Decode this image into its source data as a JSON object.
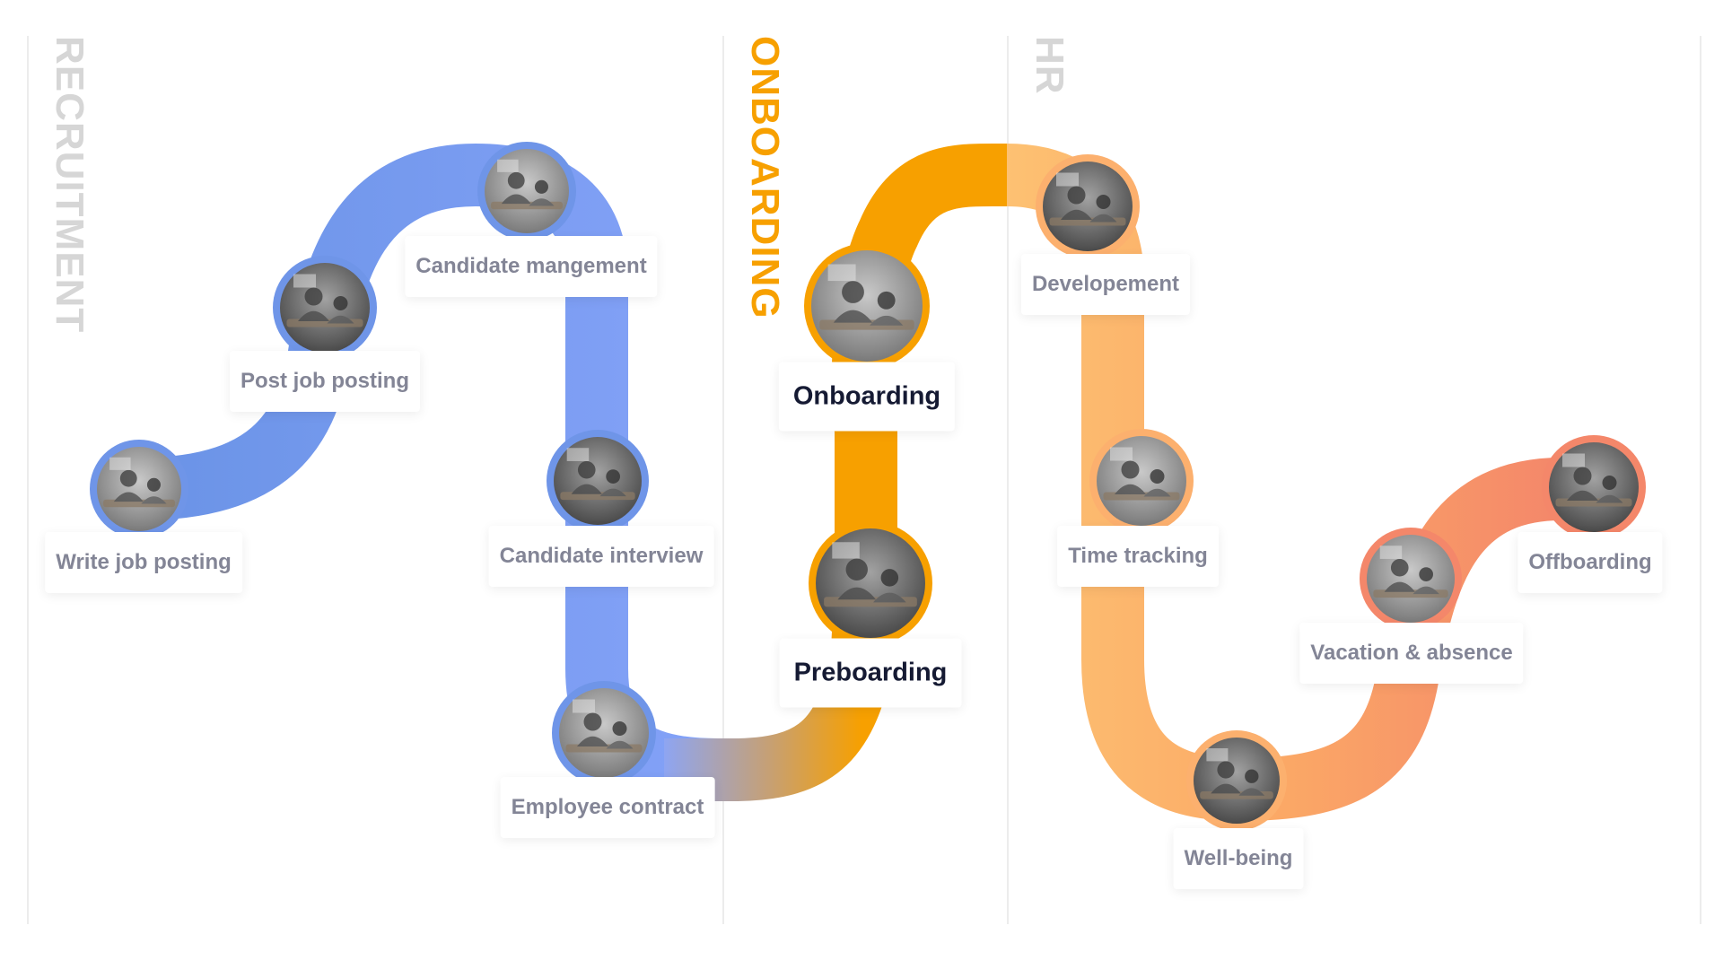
{
  "sections": [
    {
      "id": "recruitment",
      "title": "RECRUITMENT",
      "color": "#d6d6d6"
    },
    {
      "id": "onboarding",
      "title": "ONBOARDING",
      "color": "#f7a000"
    },
    {
      "id": "hr",
      "title": "HR",
      "color": "#d6d6d6"
    }
  ],
  "steps": [
    {
      "id": "write-job-posting",
      "label": "Write job posting",
      "active": false,
      "photo": "person-at-laptop"
    },
    {
      "id": "post-job-posting",
      "label": "Post job posting",
      "active": false,
      "photo": "two-people-at-desk"
    },
    {
      "id": "candidate-management",
      "label": "Candidate mangement",
      "active": false,
      "photo": "office-monitors"
    },
    {
      "id": "candidate-interview",
      "label": "Candidate interview",
      "active": false,
      "photo": "meeting-at-table"
    },
    {
      "id": "employee-contract",
      "label": "Employee contract",
      "active": false,
      "photo": "people-at-computer"
    },
    {
      "id": "preboarding",
      "label": "Preboarding",
      "active": true,
      "photo": "woman-at-desk"
    },
    {
      "id": "onboarding",
      "label": "Onboarding",
      "active": true,
      "photo": "team-meeting"
    },
    {
      "id": "development",
      "label": "Developement",
      "active": false,
      "photo": "man-presenting"
    },
    {
      "id": "time-tracking",
      "label": "Time tracking",
      "active": false,
      "photo": "woman-at-office"
    },
    {
      "id": "well-being",
      "label": "Well-being",
      "active": false,
      "photo": "two-people-talking"
    },
    {
      "id": "vacation-absence",
      "label": "Vacation & absence",
      "active": false,
      "photo": "people-in-office"
    },
    {
      "id": "offboarding",
      "label": "Offboarding",
      "active": false,
      "photo": "person-at-door"
    }
  ],
  "colors": {
    "recruitment_track": "#7b9cf2",
    "recruitment_ring": "#6f95e8",
    "onboarding_track": "#f7a000",
    "onboarding_ring": "#f7a000",
    "hr_track": "#fdb768",
    "hr_track_end": "#f4876a",
    "hr_ring": "#fcb06e",
    "hr_ring_end": "#f4876a",
    "active_text": "#151a33",
    "inactive_text": "#838596"
  }
}
